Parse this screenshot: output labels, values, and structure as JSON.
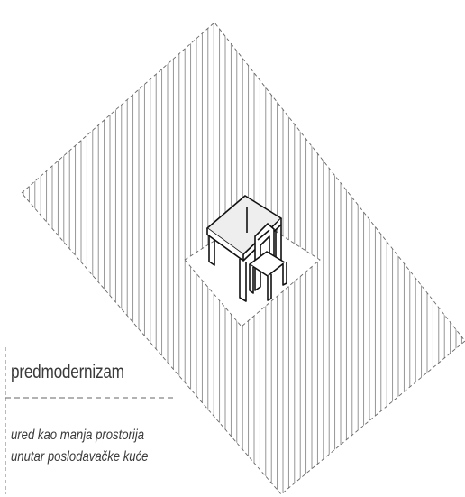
{
  "caption": {
    "title": "predmodernizam",
    "description_line1": "ured kao manja prostorija",
    "description_line2": "unutar poslodavačke kuće"
  },
  "colors": {
    "hatch": "#8a8a8a",
    "outline": "#555555",
    "furniture": "#111111",
    "desk_top": "#eeeeee"
  }
}
